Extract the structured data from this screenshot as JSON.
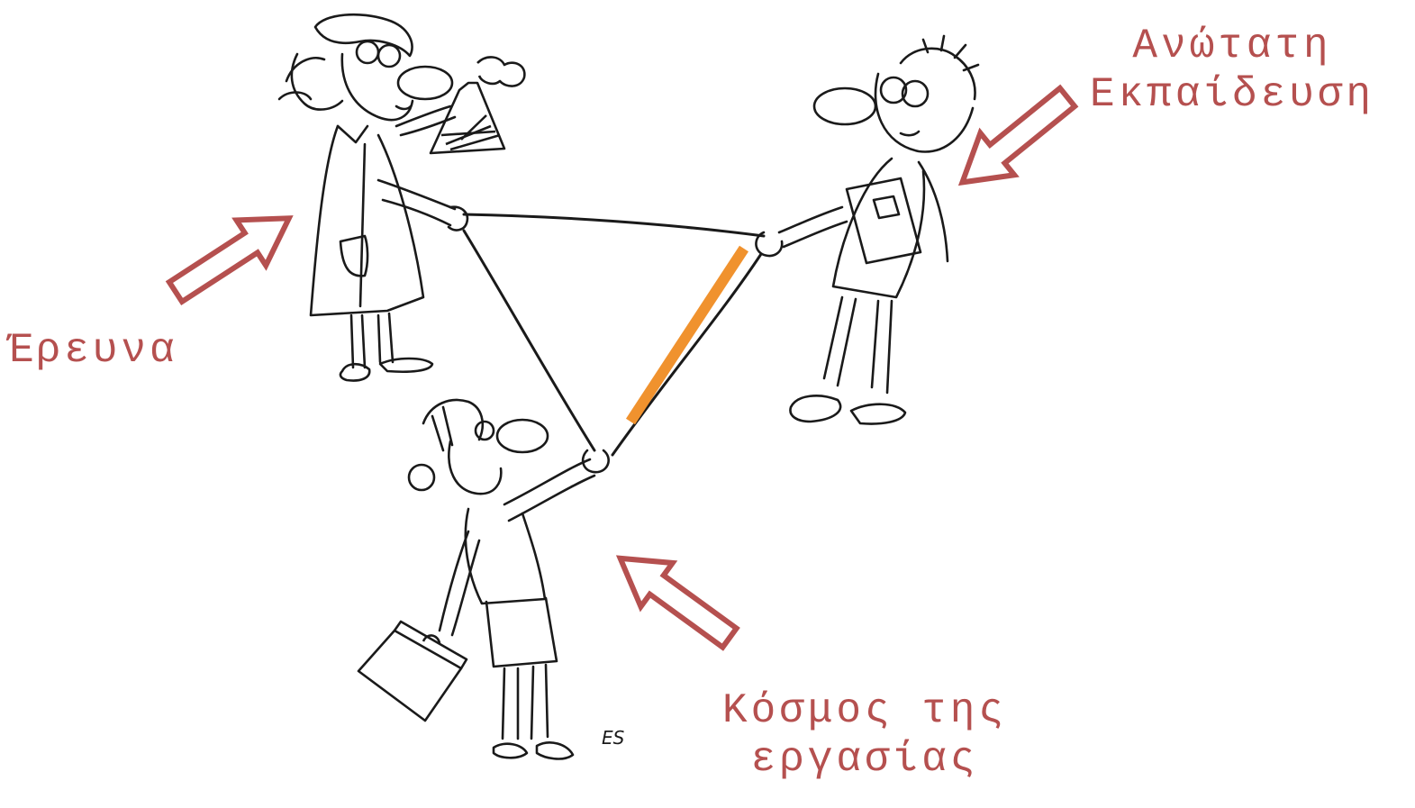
{
  "labels": {
    "research": "Έρευνα",
    "higher_education_line1": "Ανώτατη",
    "higher_education_line2": "Εκπαίδευση",
    "world_of_work_line1": "Κόσμος της",
    "world_of_work_line2": "εργασίας"
  },
  "signature": "ES",
  "colors": {
    "label_text": "#b5504f",
    "arrow_outline": "#b5504f",
    "highlight_segment": "#f0922e",
    "ink": "#1a1a1a"
  },
  "icons": [
    "arrow-icon",
    "flask-icon",
    "briefcase-icon",
    "book-icon"
  ]
}
